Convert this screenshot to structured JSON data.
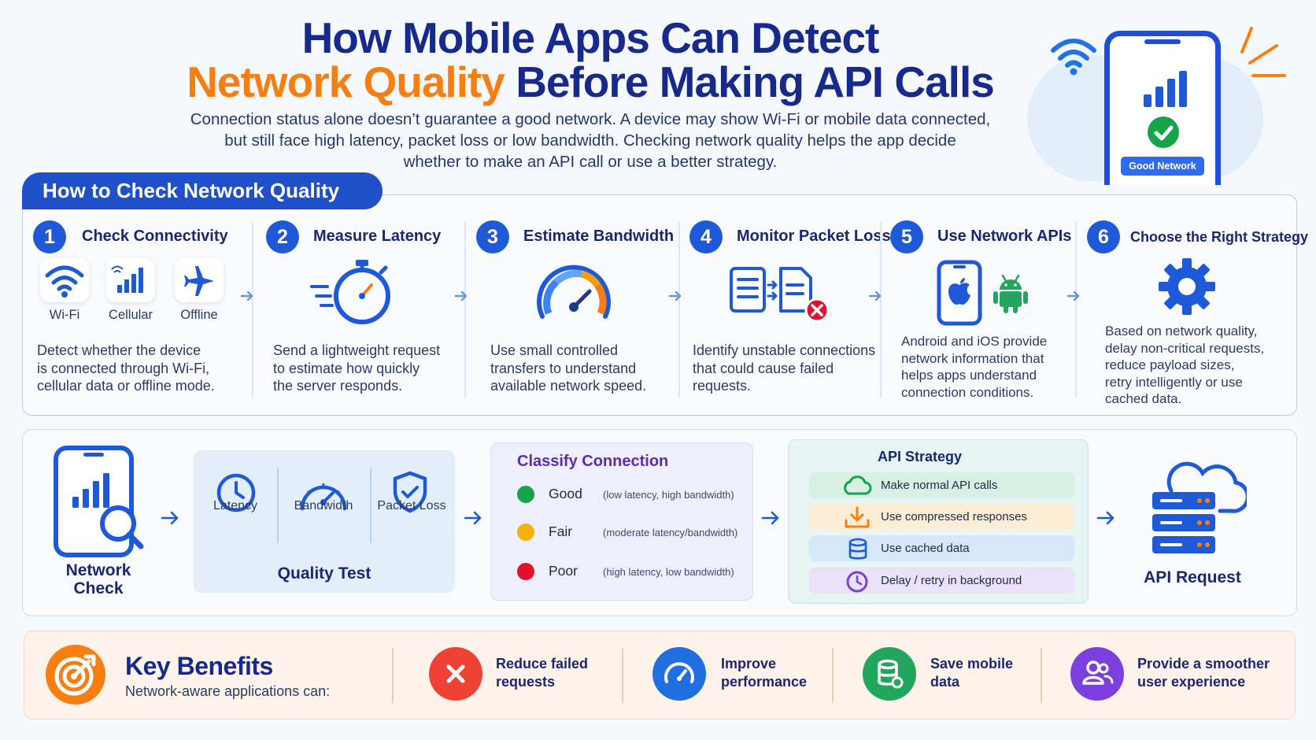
{
  "header": {
    "title_line1": "How Mobile Apps Can Detect",
    "title_line2_highlight": "Network Quality",
    "title_line2_rest": "Before Making API Calls",
    "intro_line1": "Connection status alone doesn’t guarantee a good network. A device may show Wi-Fi or mobile data connected,",
    "intro_line2": "but still face high latency, packet loss or low bandwidth. Checking network quality helps the app decide",
    "intro_line3": "whether to make an API call or use a better strategy.",
    "hero_badge": "Good Network"
  },
  "section1": {
    "tab_label": "How to Check Network Quality",
    "steps": [
      {
        "num": "1",
        "title": "Check Connectivity",
        "icons": [
          "Wi-Fi",
          "Cellular",
          "Offline"
        ],
        "desc": [
          "Detect whether the device",
          "is connected through Wi-Fi,",
          "cellular data or offline mode."
        ]
      },
      {
        "num": "2",
        "title": "Measure Latency",
        "desc": [
          "Send a lightweight request",
          "to estimate how quickly",
          "the server responds."
        ]
      },
      {
        "num": "3",
        "title": "Estimate Bandwidth",
        "desc": [
          "Use small controlled",
          "transfers to understand",
          "available network speed."
        ]
      },
      {
        "num": "4",
        "title": "Monitor Packet Loss",
        "desc": [
          "Identify unstable connections",
          "that could cause failed",
          "requests."
        ]
      },
      {
        "num": "5",
        "title": "Use Network APIs",
        "desc": [
          "Android and iOS provide",
          "network information that",
          "helps apps understand",
          "connection conditions."
        ]
      },
      {
        "num": "6",
        "title": "Choose the Right Strategy",
        "desc": [
          "Based on network quality,",
          "delay non-critical requests,",
          "reduce payload sizes,",
          "retry intelligently or use",
          "cached data."
        ]
      }
    ]
  },
  "section2": {
    "network_check": [
      "Network",
      "Check"
    ],
    "quality_test": {
      "title": "Quality Test",
      "items": [
        "Latency",
        "Bandwidth",
        "Packet Loss"
      ]
    },
    "classify": {
      "title": "Classify Connection",
      "rows": [
        {
          "name": "Good",
          "note": "(low latency, high bandwidth)",
          "color": "#16a34a"
        },
        {
          "name": "Fair",
          "note": "(moderate latency/bandwidth)",
          "color": "#f5b10b"
        },
        {
          "name": "Poor",
          "note": "(high latency, low bandwidth)",
          "color": "#e3102d"
        }
      ]
    },
    "api_strategy": {
      "title": "API Strategy",
      "rows": [
        {
          "text": "Make normal API calls",
          "bg": "#d6f1e4"
        },
        {
          "text": "Use compressed responses",
          "bg": "#fbeed4"
        },
        {
          "text": "Use cached data",
          "bg": "#d6e7f8"
        },
        {
          "text": "Delay / retry in background",
          "bg": "#e9e2f9"
        }
      ]
    },
    "api_request": "API Request"
  },
  "section3": {
    "title": "Key Benefits",
    "subtitle": "Network-aware applications can:",
    "benefits": [
      {
        "text": [
          "Reduce failed",
          "requests"
        ],
        "color": "#ef4135"
      },
      {
        "text": [
          "Improve",
          "performance"
        ],
        "color": "#1f6fe0"
      },
      {
        "text": [
          "Save mobile",
          "data"
        ],
        "color": "#22a55c"
      },
      {
        "text": [
          "Provide a smoother",
          "user experience"
        ],
        "color": "#7b3fe0"
      }
    ]
  },
  "colors": {
    "title_blue": "#17298a",
    "title_orange": "#f77f12",
    "primary_blue": "#1e5ad7"
  }
}
